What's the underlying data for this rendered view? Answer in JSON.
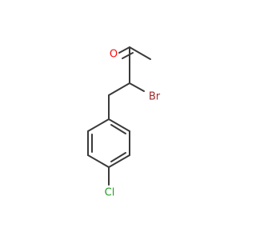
{
  "molecule": {
    "atoms": {
      "oxygen": {
        "label": "O",
        "color": "#ff0d0d"
      },
      "bromine": {
        "label": "Br",
        "color": "#a62929"
      },
      "chlorine": {
        "label": "Cl",
        "color": "#1fa01f"
      }
    },
    "bond_color": "#3a3a3a",
    "background": "#ffffff"
  }
}
